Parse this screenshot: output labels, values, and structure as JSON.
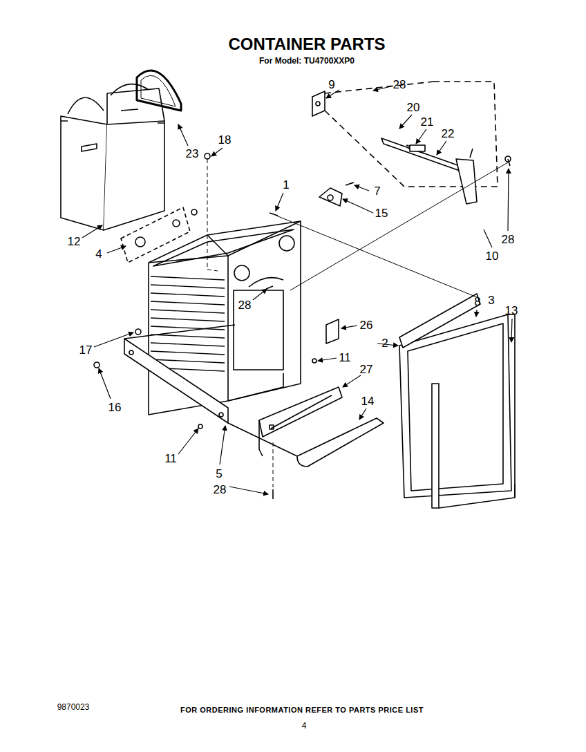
{
  "diagram": {
    "title": "CONTAINER PARTS",
    "labels": [
      "For Model: TU4700XXP0",
      "9",
      "28",
      "20",
      "21",
      "22",
      "23",
      "18",
      "1",
      "7",
      "15",
      "28",
      "10",
      "12",
      "4",
      "28",
      "8",
      "3",
      "13",
      "26",
      "2",
      "17",
      "11",
      "27",
      "14",
      "16",
      "11",
      "5",
      "28",
      "FOR ORDERING INFORMATION REFER TO PARTS PRICE LIST",
      "9870023",
      "4"
    ]
  }
}
